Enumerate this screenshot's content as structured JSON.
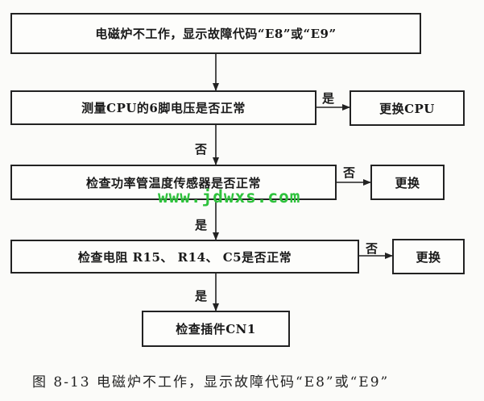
{
  "flowchart": {
    "step1": "电磁炉不工作，显示故障代码“E8”或“E9”",
    "step2": "测量CPU的6脚电压是否正常",
    "step2_yes_label": "是",
    "step2_yes_action": "更换CPU",
    "step2_no_label": "否",
    "step3": "检查功率管温度传感器是否正常",
    "step3_no_label": "否",
    "step3_no_action": "更换",
    "step3_yes_label": "是",
    "step4": "检查电阻 R15、 R14、 C5是否正常",
    "step4_no_label": "否",
    "step4_no_action": "更换",
    "step4_yes_label": "是",
    "step5": "检查插件CN1"
  },
  "watermark": "www.jdwxs.com",
  "caption": "图 8-13   电磁炉不工作，显示故障代码“E8”或“E9”",
  "colors": {
    "watermark": "#2ec23c",
    "line": "#222222"
  }
}
